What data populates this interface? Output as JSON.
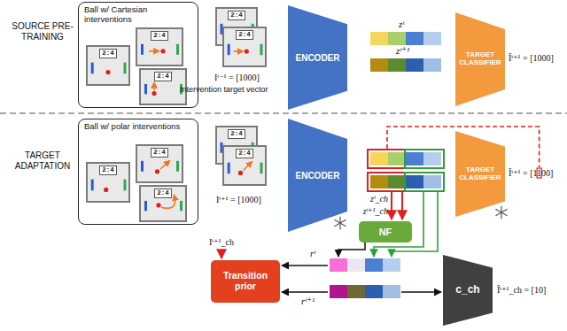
{
  "diagram": {
    "nodes": [
      {
        "text": [
          "Ball w/ Cartesian interventions"
        ]
      },
      {
        "text": [
          "2:4"
        ],
        "in": 0
      },
      {
        "text": [
          "2:4"
        ],
        "in": 0
      },
      {
        "text": [
          "2:4"
        ],
        "in": 0
      },
      {
        "text": [
          "2:4"
        ]
      },
      {
        "text": [
          "2:4"
        ]
      },
      {
        "text": [
          "ENCODER"
        ]
      },
      {
        "text": [
          "TARGET CLASSIFIER"
        ]
      },
      {
        "text": [
          "Ball w/ polar interventions"
        ]
      },
      {
        "text": [
          "2:4"
        ],
        "in": 8
      },
      {
        "text": [
          "2:4"
        ],
        "in": 8
      },
      {
        "text": [
          "2:4"
        ],
        "in": 8
      },
      {
        "text": [
          "2:4"
        ]
      },
      {
        "text": [
          "2:4"
        ]
      },
      {
        "text": [
          "ENCODER"
        ]
      },
      {
        "text": [
          "TARGET CLASSIFIER"
        ]
      },
      {
        "text": [
          "NF"
        ]
      },
      {
        "text": [
          "Transition prior"
        ]
      },
      {
        "text": [
          "c_ch"
        ]
      }
    ],
    "labels": [
      "SOURCE PRE-TRAINING",
      "Iᵗ⁻¹ = [1000]",
      "Intervention target vector",
      "zᵗ",
      "zᵗ⁺¹",
      "Îᵗ⁺¹ = [1000]",
      "TARGET ADAPTATION",
      "Iᵗ⁺¹ = [1000]",
      "Îᵗ⁺¹ = [1100]",
      "zᵗ_ch",
      "zᵗ⁺¹_ch",
      "Iᵗ⁺¹_ch",
      "rᵗ",
      "rᵗ⁺¹",
      "Îᵗ⁺¹_ch = [10]"
    ]
  }
}
